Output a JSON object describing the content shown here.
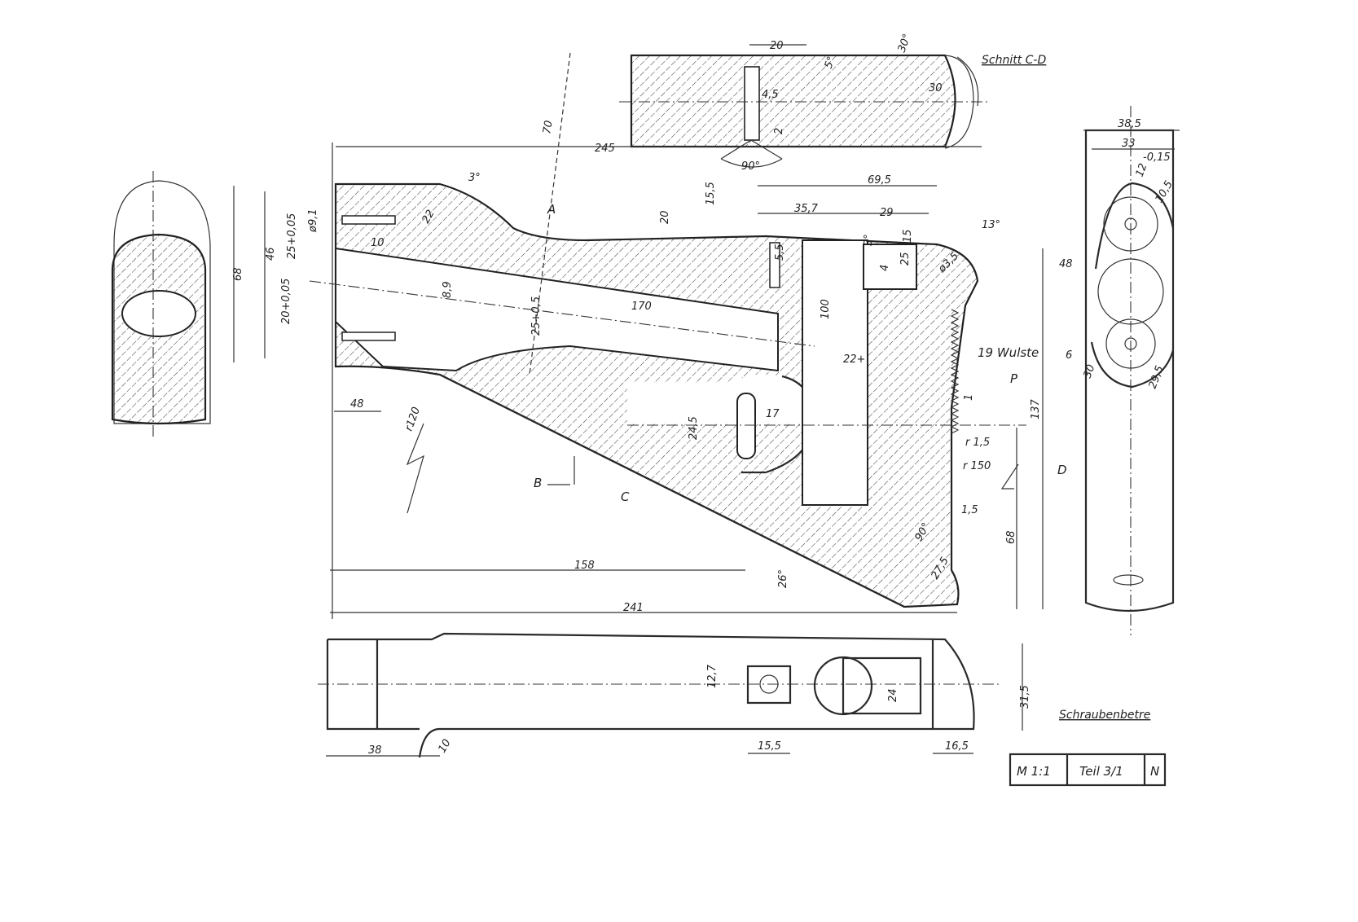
{
  "drawing": {
    "section_title": "Schnitt C-D",
    "subtitle_right": "Schraubenbetre",
    "title_block": {
      "scale": "M 1:1",
      "part": "Teil 3/1",
      "number": "N"
    },
    "section_markers": [
      "A",
      "B",
      "C",
      "D",
      "P"
    ],
    "feature_note": "19 Wulste",
    "section_cd_dims": [
      "20",
      "30°",
      "5°",
      "4,5",
      "30",
      "2",
      "90°"
    ],
    "side_view_dims": [
      "245",
      "70",
      "69,5",
      "35,7",
      "29",
      "15,5",
      "20",
      "3°",
      "22",
      "10",
      "68",
      "46",
      "25+0,05",
      "20+0,05",
      "ø9,1",
      "170",
      "25+0,5",
      "8,9",
      "100",
      "22+",
      "13°",
      "3°",
      "15",
      "4",
      "25",
      "5,5",
      "ø3,5",
      "48",
      "r120",
      "24,5",
      "17",
      "r 1,5",
      "r 150",
      "137",
      "1,5",
      "90°",
      "68",
      "27,5",
      "26°",
      "158",
      "241",
      "1"
    ],
    "end_view_dims": [
      "38,5",
      "33",
      "-0,15",
      "12",
      "10,5",
      "48",
      "6",
      "30",
      "29,5"
    ],
    "plan_view_dims": [
      "12,7",
      "24",
      "31,5",
      "38",
      "10",
      "15,5",
      "16,5"
    ]
  }
}
